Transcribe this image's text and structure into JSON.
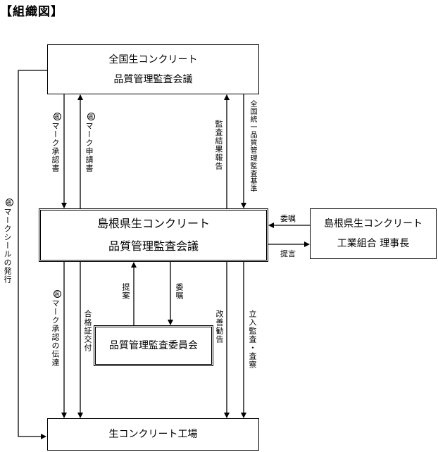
{
  "title": "【組織図】",
  "boxes": {
    "zenkoku": {
      "line1": "全国生コンクリート",
      "line2": "品質管理監査会議"
    },
    "shimane": {
      "line1": "島根県生コンクリート",
      "line2": "品質管理監査会議"
    },
    "kumiai": {
      "line1": "島根県生コンクリート",
      "line2": "工業組合 理事長"
    },
    "iinkai": {
      "line1": "品質管理監査委員会"
    },
    "kojo": {
      "line1": "生コンクリート工場"
    }
  },
  "labels": {
    "maru": "適",
    "mark_shonin": "マーク承認書",
    "mark_shinsei": "マーク申請書",
    "kansa_kekka": "監査結果報告",
    "zenkoku_kijun": "全国統一品質管理監査基準",
    "iyoku_top": "委嘱",
    "teigen": "提言",
    "mark_seal": "マークシールの発行",
    "mark_shonin_dentatsu": "マーク承認の伝達",
    "gokaku": "合格証交付",
    "teian": "提案",
    "iyoku_mid": "委嘱",
    "kaizen": "改善勧告",
    "tachiiri": "立入監査・査察"
  }
}
